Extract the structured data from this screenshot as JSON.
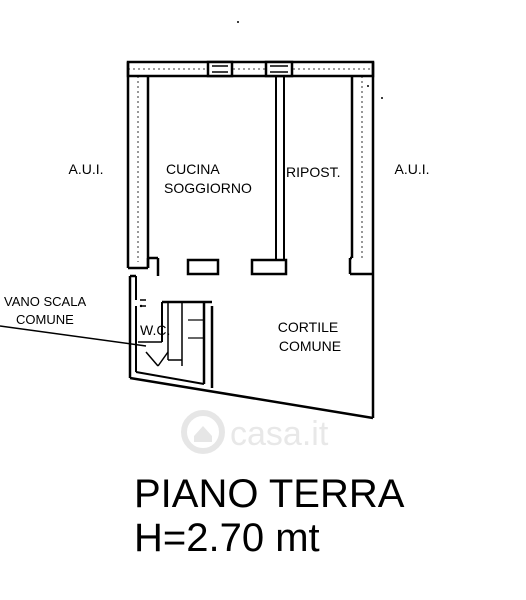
{
  "rooms": {
    "aui_left": "A.U.I.",
    "aui_right": "A.U.I.",
    "cucina_line1": "CUCINA",
    "cucina_line2": "SOGGIORNO",
    "ripostiglio": "RIPOST.",
    "wc": "W.C.",
    "cortile_line1": "CORTILE",
    "cortile_line2": "COMUNE",
    "vano_scala_line1": "VANO SCALA",
    "vano_scala_line2": "COMUNE"
  },
  "watermark": "casa.it",
  "floor": {
    "name": "PIANO TERRA",
    "height": "H=2.70 mt"
  }
}
